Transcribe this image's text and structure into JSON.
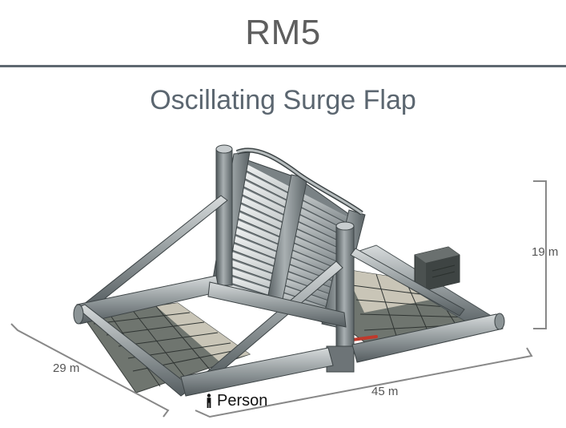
{
  "header": {
    "title": "RM5",
    "subtitle": "Oscillating Surge Flap"
  },
  "dimensions": {
    "height": "19 m",
    "width": "29 m",
    "length": "45 m"
  },
  "legend": {
    "person": "Person"
  },
  "colors": {
    "title": "#5e5e5e",
    "rule": "#5e6870",
    "subtitle": "#5b6670",
    "frame_pipe": "#9aa1a3",
    "frame_pipe_dark": "#5b6366",
    "deck_light": "#c9c5b7",
    "deck_dark": "#6f756f",
    "dimension_line": "#888888",
    "hydraulic_accent": "#c0392b"
  }
}
